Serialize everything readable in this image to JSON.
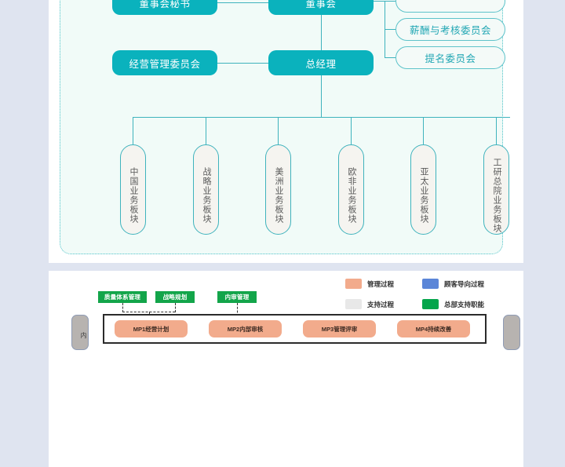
{
  "page": {
    "background": "#dfe4f0",
    "card_background": "#ffffff"
  },
  "org_chart": {
    "panel_background": "#f1fbf8",
    "accent_color": "#0ab2bd",
    "line_color": "#3fb3bd",
    "solid_nodes": [
      {
        "label": "董事会秘书"
      },
      {
        "label": "董事会"
      },
      {
        "label": "经营管理委员会"
      },
      {
        "label": "总经理"
      }
    ],
    "committee_nodes": [
      {
        "label": ""
      },
      {
        "label": "薪酬与考核委员会"
      },
      {
        "label": "提名委员会"
      }
    ],
    "business_units": [
      {
        "label": "中国业务板块"
      },
      {
        "label": "战略业务板块"
      },
      {
        "label": "美洲业务板块"
      },
      {
        "label": "欧非业务板块"
      },
      {
        "label": "亚太业务板块"
      },
      {
        "label": "工研总院业务板块"
      }
    ]
  },
  "process_map": {
    "legend": [
      {
        "label": "管理过程",
        "color": "#f2ab8c"
      },
      {
        "label": "顾客导向过程",
        "color": "#5b86d8"
      },
      {
        "label": "支持过程",
        "color": "#e8e8e8"
      },
      {
        "label": "总部支持职能",
        "color": "#04a54b"
      }
    ],
    "support_tags": [
      {
        "label": "质量体系管理"
      },
      {
        "label": "战略规划"
      },
      {
        "label": "内审管理"
      }
    ],
    "management_processes": [
      {
        "label": "MP1经营计划"
      },
      {
        "label": "MP2内部审核"
      },
      {
        "label": "MP3管理评审"
      },
      {
        "label": "MP4持续改善"
      }
    ],
    "side_labels": {
      "left": "内",
      "right": ""
    }
  }
}
